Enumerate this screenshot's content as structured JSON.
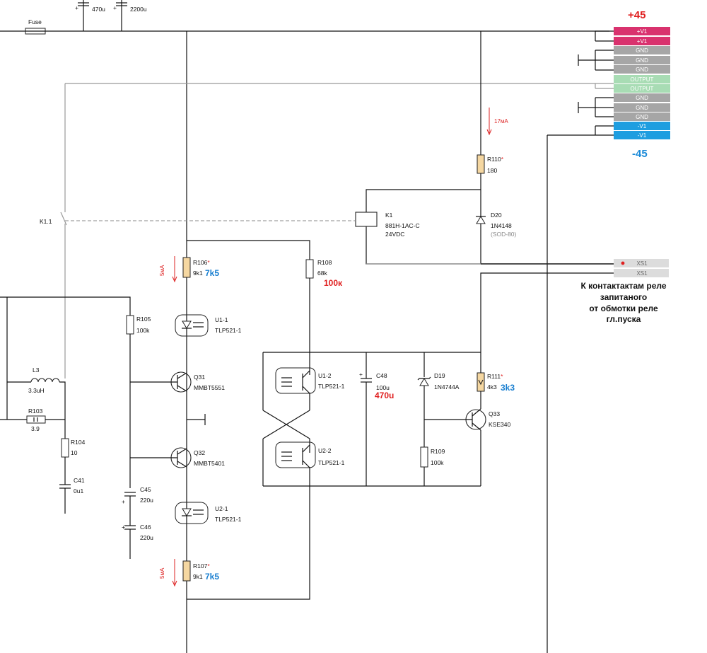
{
  "supply": {
    "plus_label": "+45",
    "minus_label": "-45",
    "plus_color": "#e02020",
    "minus_color": "#1a8ad8"
  },
  "connector": {
    "pins": [
      {
        "label": "+V1",
        "color": "#d9326e"
      },
      {
        "label": "+V1",
        "color": "#d9326e"
      },
      {
        "label": "GND",
        "color": "#a6a6a6"
      },
      {
        "label": "GND",
        "color": "#a6a6a6"
      },
      {
        "label": "GND",
        "color": "#a6a6a6"
      },
      {
        "label": "OUTPUT",
        "color": "#a8dcb4"
      },
      {
        "label": "OUTPUT",
        "color": "#a8dcb4"
      },
      {
        "label": "GND",
        "color": "#a6a6a6"
      },
      {
        "label": "GND",
        "color": "#a6a6a6"
      },
      {
        "label": "GND",
        "color": "#a6a6a6"
      },
      {
        "label": "-V1",
        "color": "#1e9ee0"
      },
      {
        "label": "-V1",
        "color": "#1e9ee0"
      }
    ],
    "xs1": [
      {
        "label": "XS1"
      },
      {
        "label": "XS1"
      }
    ]
  },
  "note": {
    "lines": [
      "К контактактам реле",
      "запитаного",
      "от обмотки реле",
      "гл.пуска"
    ]
  },
  "components": {
    "fuse": "Fuse",
    "c_470": "470u",
    "c_2200": "2200u",
    "k11": "K1.1",
    "r110": {
      "ref": "R110",
      "star": "*",
      "value": "180"
    },
    "k1": {
      "ref": "K1",
      "part": "881H-1AC-C",
      "voltage": "24VDC"
    },
    "d20": {
      "ref": "D20",
      "part": "1N4148",
      "pkg": "(SOD-80)"
    },
    "r106": {
      "ref": "R106",
      "star": "*",
      "value": "9k1",
      "new_value": "7k5"
    },
    "r108": {
      "ref": "R108",
      "value": "68k",
      "new_value": "100к"
    },
    "r105": {
      "ref": "R105",
      "value": "100k"
    },
    "u11": {
      "ref": "U1-1",
      "part": "TLP521-1"
    },
    "q31": {
      "ref": "Q31",
      "part": "MMBT5551"
    },
    "l3": {
      "ref": "L3",
      "value": "3.3uH"
    },
    "r103": {
      "ref": "R103",
      "value": "3.9"
    },
    "r104": {
      "ref": "R104",
      "value": "10"
    },
    "c41": {
      "ref": "C41",
      "value": "0u1"
    },
    "q32": {
      "ref": "Q32",
      "part": "MMBT5401"
    },
    "c45": {
      "ref": "C45",
      "value": "220u"
    },
    "c46": {
      "ref": "C46",
      "value": "220u"
    },
    "u21": {
      "ref": "U2-1",
      "part": "TLP521-1"
    },
    "r107": {
      "ref": "R107",
      "star": "*",
      "value": "9k1",
      "new_value": "7k5"
    },
    "u12": {
      "ref": "U1-2",
      "part": "TLP521-1"
    },
    "u22": {
      "ref": "U2-2",
      "part": "TLP521-1"
    },
    "c48": {
      "ref": "C48",
      "value": "100u",
      "new_value": "470u"
    },
    "d19": {
      "ref": "D19",
      "part": "1N4744A"
    },
    "r109": {
      "ref": "R109",
      "value": "100k"
    },
    "r111": {
      "ref": "R111",
      "star": "*",
      "value": "4k3",
      "new_value": "3k3"
    },
    "q33": {
      "ref": "Q33",
      "part": "KSE340"
    }
  },
  "currents": {
    "i_r110": "17мА",
    "i_r106": "5мА",
    "i_r107": "5мА"
  }
}
